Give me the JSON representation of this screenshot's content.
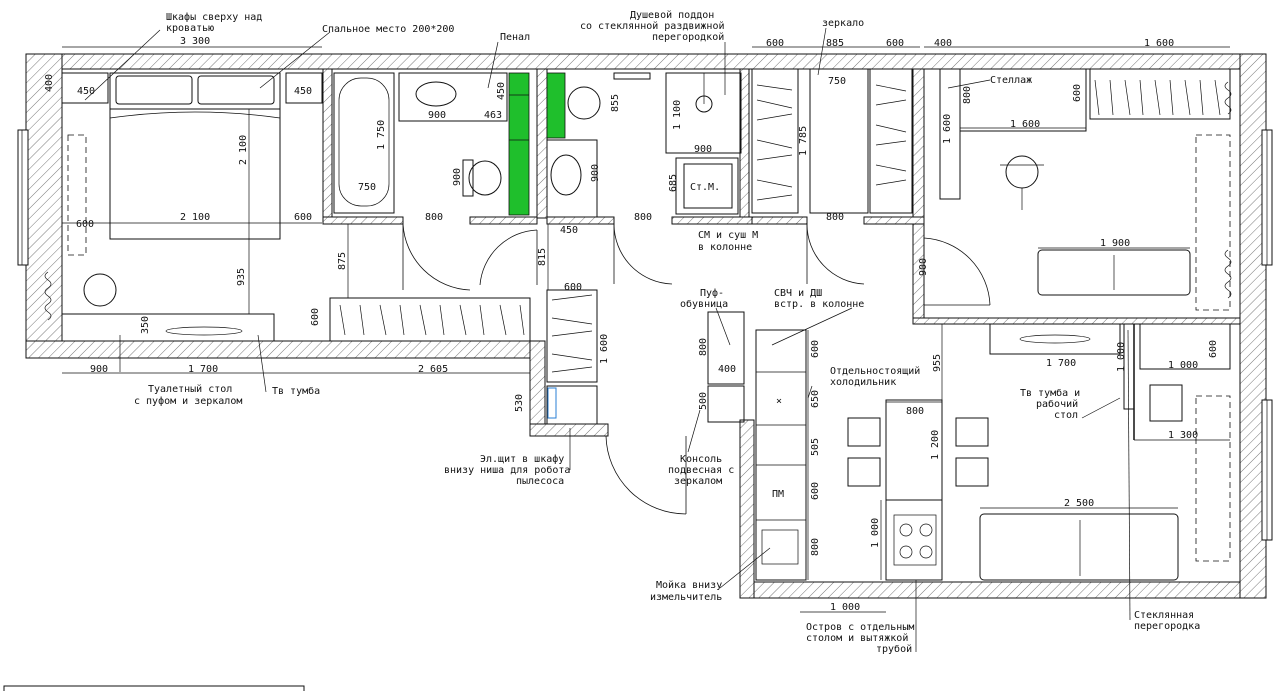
{
  "labels": {
    "wardrobes_above_bed": [
      "Шкафы сверху над",
      "кроватью"
    ],
    "bed": "Спальное место 200*200",
    "penal": "Пенал",
    "shower": [
      "Душевой поддон",
      "со стеклянной раздвижной",
      "перегородкой"
    ],
    "mirror": "зеркало",
    "shelf": "Стеллаж",
    "washer": [
      "СМ и суш М",
      "в колонне"
    ],
    "washer_box": "Ст.М.",
    "pouf_shoes": [
      "Пуф-",
      "обувница"
    ],
    "microwave": [
      "СВЧ и ДШ",
      "встр. в колонне"
    ],
    "fridge": [
      "Отдельностоящий",
      "холодильник"
    ],
    "tv_desk": [
      "Тв тумба и",
      "рабочий",
      "стол"
    ],
    "dressing_table": [
      "Туалетный стол",
      "с пуфом и зеркалом"
    ],
    "tv_stand": "Тв тумба",
    "panel": [
      "Эл.щит в шкафу",
      "внизу ниша для робота",
      "пылесоса"
    ],
    "console": [
      "Консоль",
      "подвесная с",
      "зеркалом"
    ],
    "sink": [
      "Мойка внизу",
      "измельчитель"
    ],
    "island": [
      "Остров с отдельным",
      "столом и вытяжкой",
      "трубой"
    ],
    "glass_partition": [
      "Стеклянная",
      "перегородка"
    ],
    "pm": "ПМ",
    "fridge_mark": "×"
  },
  "dims": {
    "d3300": "3 300",
    "d400": "400",
    "d450a": "450",
    "d450b": "450",
    "d2100v": "2 100",
    "d2100h": "2 100",
    "d600l": "600",
    "d600m": "600",
    "d1750": "1 750",
    "d750a": "750",
    "d900a": "900",
    "d463": "463",
    "d450c": "450",
    "d900b": "900",
    "d800a": "800",
    "d855": "855",
    "d900c": "900",
    "d1100": "1 100",
    "d900d": "900",
    "d685": "685",
    "d800b": "800",
    "d600t1": "600",
    "d885": "885",
    "d600t2": "600",
    "d400t": "400",
    "d1600t": "1 600",
    "d750b": "750",
    "d1785": "1 785",
    "d800c": "800",
    "d800v": "800",
    "d600v": "600",
    "d1600h": "1 600",
    "d1600v": "1 600",
    "d875": "875",
    "d935": "935",
    "d815": "815",
    "d450d": "450",
    "d600w": "600",
    "d1600w": "1 600",
    "d350": "350",
    "d900e": "900",
    "d1700a": "1 700",
    "d2605": "2 605",
    "d530": "530",
    "d1900": "1 900",
    "d900f": "900",
    "d800p": "800",
    "d400p": "400",
    "d500p": "500",
    "d600k1": "600",
    "d650": "650",
    "d505": "505",
    "d600k2": "600",
    "d800k": "800",
    "d955": "955",
    "d800i": "800",
    "d1200": "1 200",
    "d1000i": "1 000",
    "d1700b": "1 700",
    "d1000v": "1 000",
    "d1000h": "1 000",
    "d600r": "600",
    "d1300": "1 300",
    "d2500": "2 500",
    "d1000b": "1 000"
  }
}
